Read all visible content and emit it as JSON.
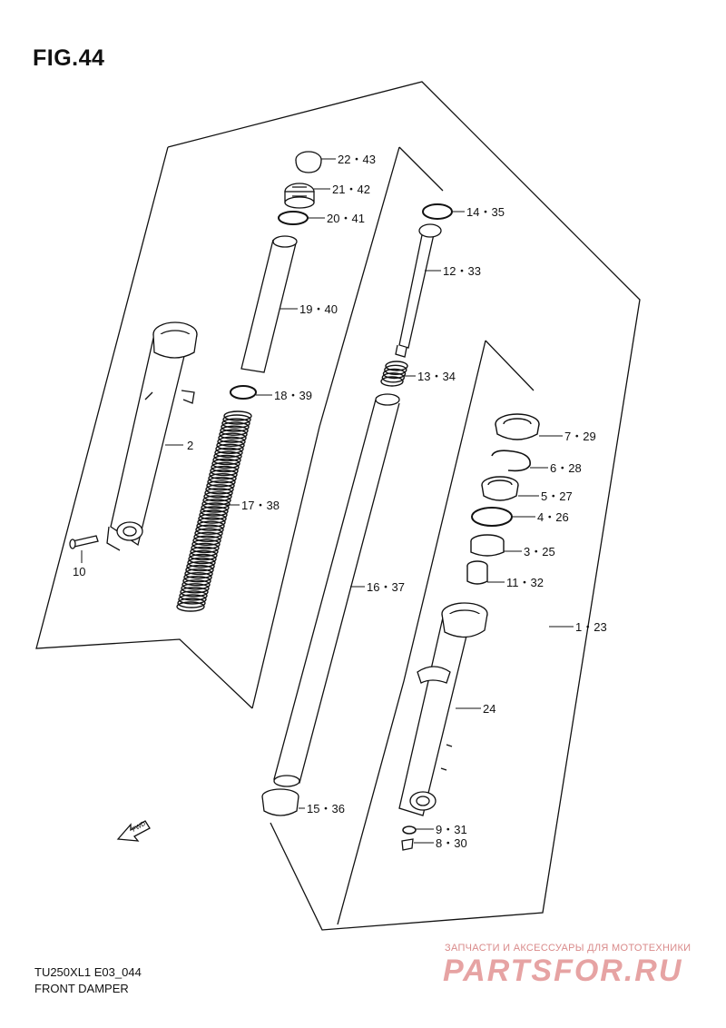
{
  "figure": {
    "title": "FIG.44"
  },
  "footer": {
    "model": "TU250XL1 E03_044",
    "name": "FRONT DAMPER"
  },
  "watermark": {
    "subtitle": "ЗАПЧАСТИ И АКСЕССУАРЫ ДЛЯ МОТОТЕХНИКИ",
    "brand": "PARTSFOR.RU"
  },
  "fwd_label": "FWD",
  "labels": {
    "p22": "22・43",
    "p21": "21・42",
    "p20": "20・41",
    "p19": "19・40",
    "p18": "18・39",
    "p17": "17・38",
    "p2": "2",
    "p10": "10",
    "p14": "14・35",
    "p12": "12・33",
    "p13": "13・34",
    "p16": "16・37",
    "p15": "15・36",
    "p7": "7・29",
    "p6": "6・28",
    "p5": "5・27",
    "p4": "4・26",
    "p3": "3・25",
    "p11": "11・32",
    "p1": "1・23",
    "p24": "24",
    "p9": "9・31",
    "p8": "8・30"
  }
}
